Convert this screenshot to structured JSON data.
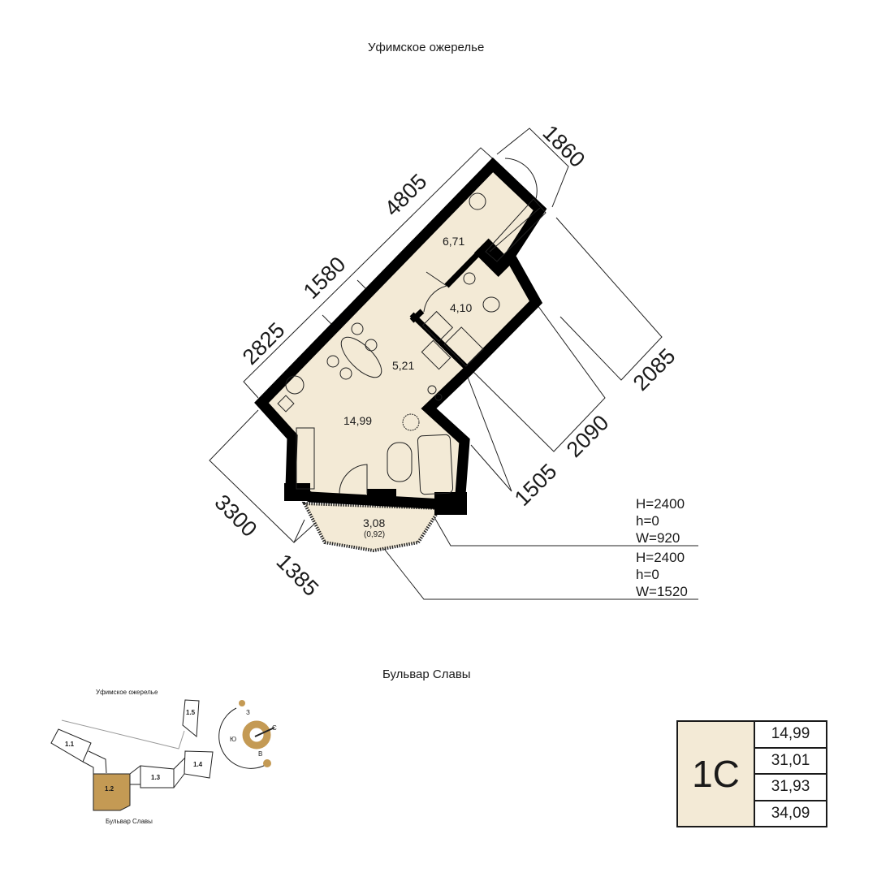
{
  "streets": {
    "top": "Уфимское ожерелье",
    "bottom": "Бульвар Славы"
  },
  "rooms": {
    "hall": "6,71",
    "bathroom": "4,10",
    "kitchen": "5,21",
    "living": "14,99",
    "balcony": "3,08",
    "balcony_reduced": "(0,92)"
  },
  "dimensions": {
    "d2825": "2825",
    "d1580": "1580",
    "d4805": "4805",
    "d1860": "1860",
    "d2085": "2085",
    "d2090": "2090",
    "d1505": "1505",
    "d3300": "3300",
    "d1385": "1385"
  },
  "windows": [
    {
      "H": "H=2400",
      "h": "h=0",
      "W": "W=920"
    },
    {
      "H": "H=2400",
      "h": "h=0",
      "W": "W=1520"
    }
  ],
  "key_plan": {
    "street_top": "Уфимское ожерелье",
    "street_bottom": "Бульвар Славы",
    "sections": [
      "1.1",
      "1.2",
      "1.3",
      "1.4",
      "1.5"
    ],
    "highlighted": "1.2",
    "compass": {
      "west": "З",
      "north": "С",
      "south": "Ю",
      "east": "В"
    }
  },
  "summary": {
    "type": "1С",
    "values": [
      "14,99",
      "31,01",
      "31,93",
      "34,09"
    ]
  },
  "colors": {
    "floor": "#f3ead6",
    "accent": "#c49a54",
    "wall": "#000000"
  }
}
